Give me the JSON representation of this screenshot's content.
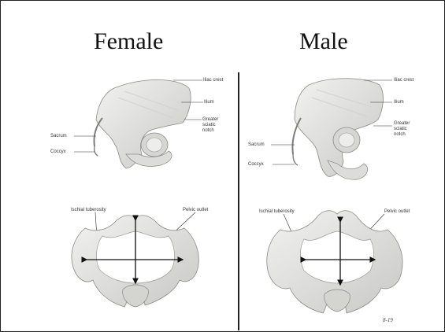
{
  "headings": {
    "female": "Female",
    "male": "Male"
  },
  "female": {
    "labels": {
      "iliac_crest": "Iliac crest",
      "ilium": "Ilium",
      "greater_sciatic_notch": [
        "Greater",
        "sciatic",
        "notch"
      ],
      "sacrum": "Sacrum",
      "coccyx": "Coccyx",
      "ischial_tuberosity": "Ischial tuberosity",
      "pelvic_outlet": "Pelvic outlet"
    }
  },
  "male": {
    "labels": {
      "iliac_crest": "Iliac crest",
      "ilium": "Ilium",
      "greater_sciatic_notch": [
        "Greater",
        "sciatic",
        "notch"
      ],
      "sacrum": "Sacrum",
      "coccyx": "Coccyx",
      "ischial_tuberosity": "Ischial tuberosity",
      "pelvic_outlet": "Pelvic outlet"
    }
  },
  "page_number": "8-19",
  "colors": {
    "bone": "#e6e6e4",
    "bone_shadow": "#b9b9b6",
    "line": "#333333",
    "arrow": "#111111"
  }
}
